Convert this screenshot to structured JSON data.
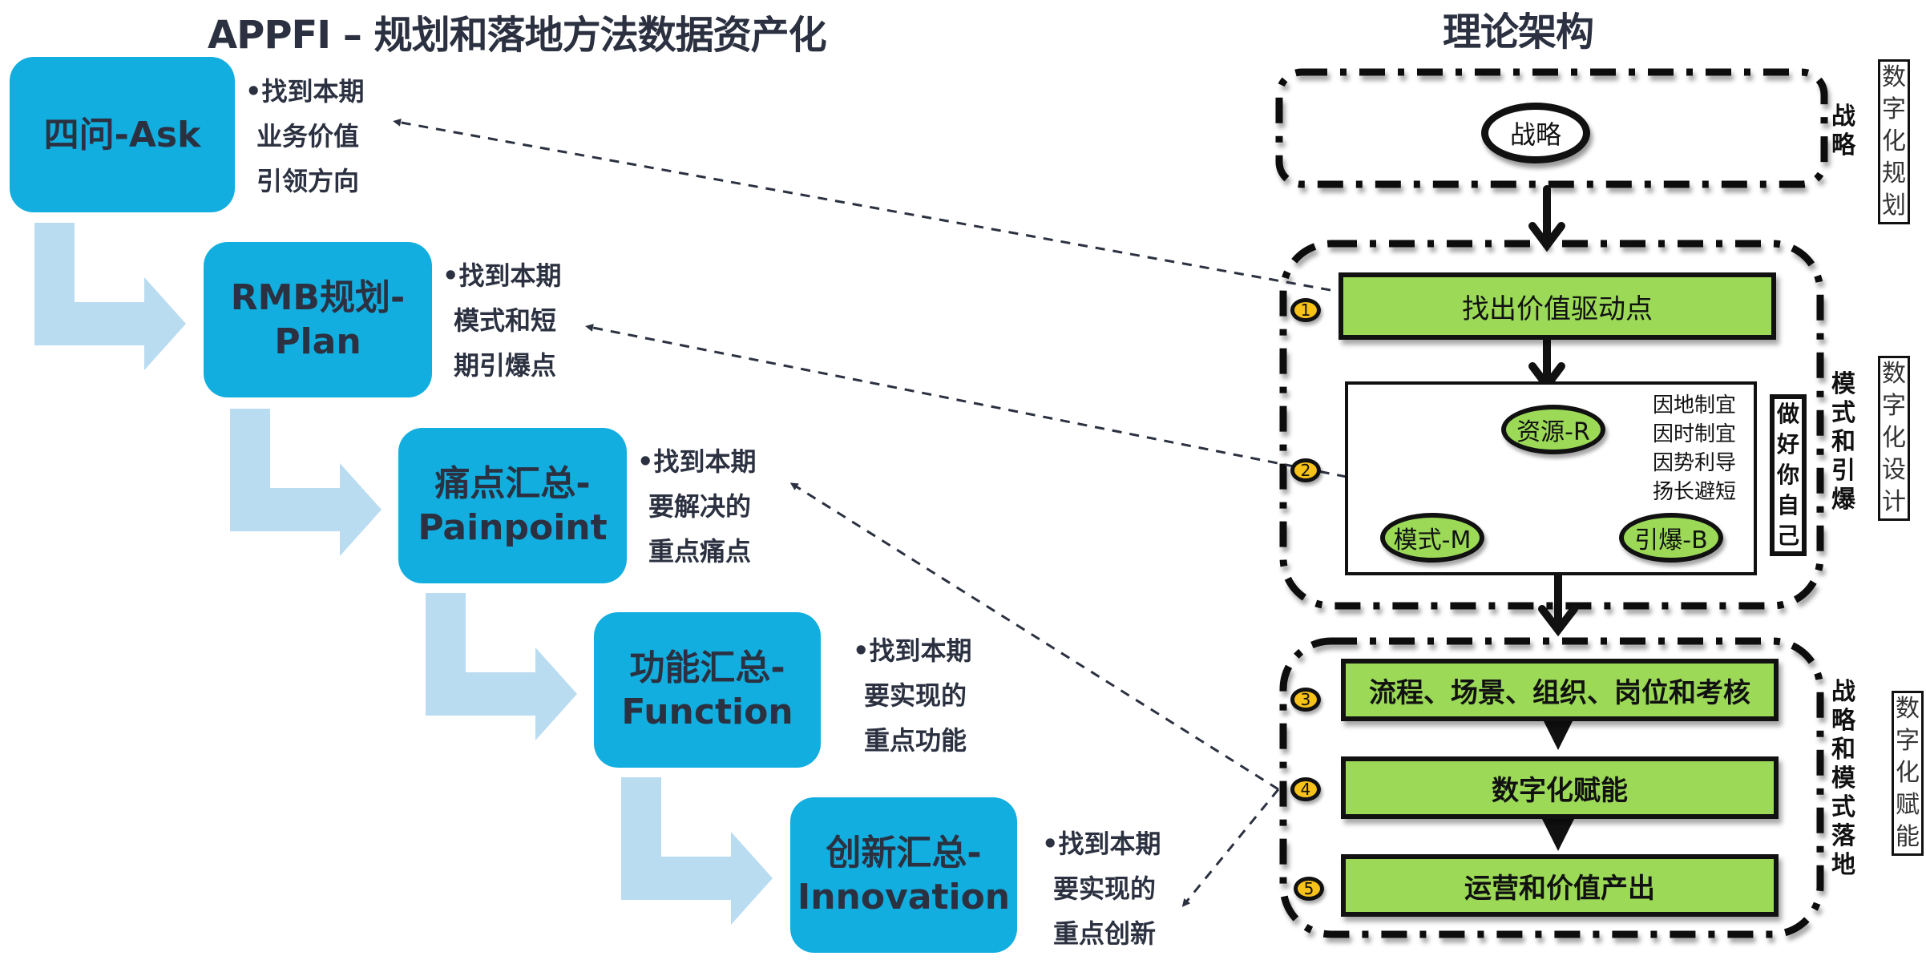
{
  "left": {
    "title": "APPFI – 规划和落地方法数据资产化",
    "steps": [
      {
        "line1": "四问-Ask",
        "line2": "",
        "note": [
          "•找到本期",
          "业务价值",
          "引领方向"
        ]
      },
      {
        "line1": "RMB规划-",
        "line2": "Plan",
        "note": [
          "•找到本期",
          "模式和短",
          "期引爆点"
        ]
      },
      {
        "line1": "痛点汇总-",
        "line2": "Painpoint",
        "note": [
          "•找到本期",
          "要解决的",
          "重点痛点"
        ]
      },
      {
        "line1": "功能汇总-",
        "line2": "Function",
        "note": [
          "•找到本期",
          "要实现的",
          "重点功能"
        ]
      },
      {
        "line1": "创新汇总-",
        "line2": "Innovation",
        "note": [
          "•找到本期",
          "要实现的",
          "重点创新"
        ]
      }
    ]
  },
  "right": {
    "title": "理论架构",
    "strategy_node": "战略",
    "stage_labels": [
      {
        "inner": "战略",
        "outer": "数字化规划"
      },
      {
        "inner": "模式和引爆",
        "outer": "数字化设计"
      },
      {
        "inner": "战略和模式落地",
        "outer": "数字化赋能"
      }
    ],
    "flow_boxes": [
      {
        "num": "1",
        "text": "找出价值驱动点"
      },
      {
        "num": "3",
        "text": "流程、场景、组织、岗位和考核"
      },
      {
        "num": "4",
        "text": "数字化赋能"
      },
      {
        "num": "5",
        "text": "运营和价值产出"
      }
    ],
    "rmb": {
      "num": "2",
      "resource": "资源-R",
      "model": "模式-M",
      "ignite": "引爆-B",
      "principles": [
        "因地制宜",
        "因时制宜",
        "因势利导",
        "扬长避短"
      ],
      "do_yourself": "做好你自己"
    }
  },
  "colors": {
    "step_fill": "#12aee0",
    "step_arrow": "#b9dcf1",
    "flow_fill": "#9bd957",
    "badge_fill": "#f7c21a",
    "text_dark": "#2b3140"
  }
}
